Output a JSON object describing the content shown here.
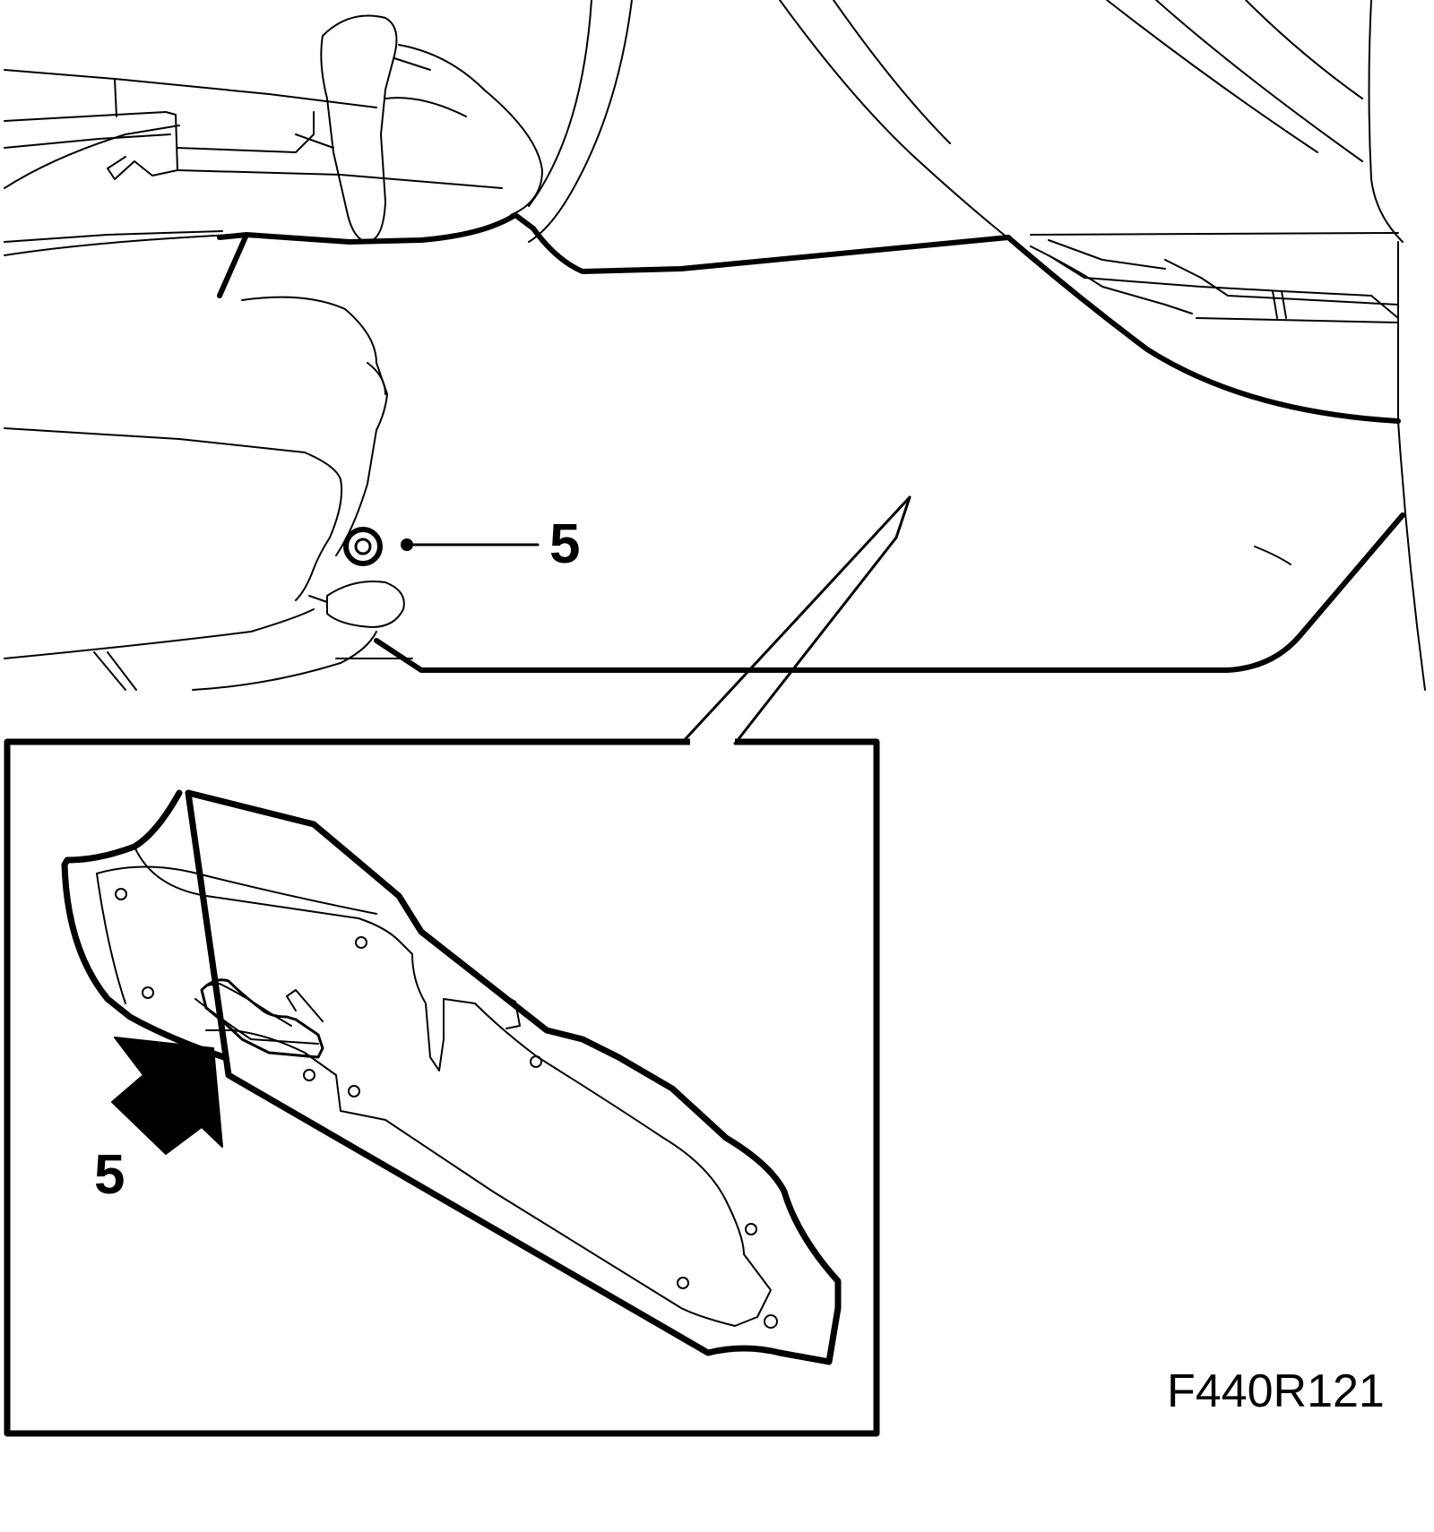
{
  "callouts": {
    "top_label": "5",
    "inset_label": "5"
  },
  "figure_code": "F440R121",
  "colors": {
    "line": "#000000",
    "background": "#ffffff"
  }
}
